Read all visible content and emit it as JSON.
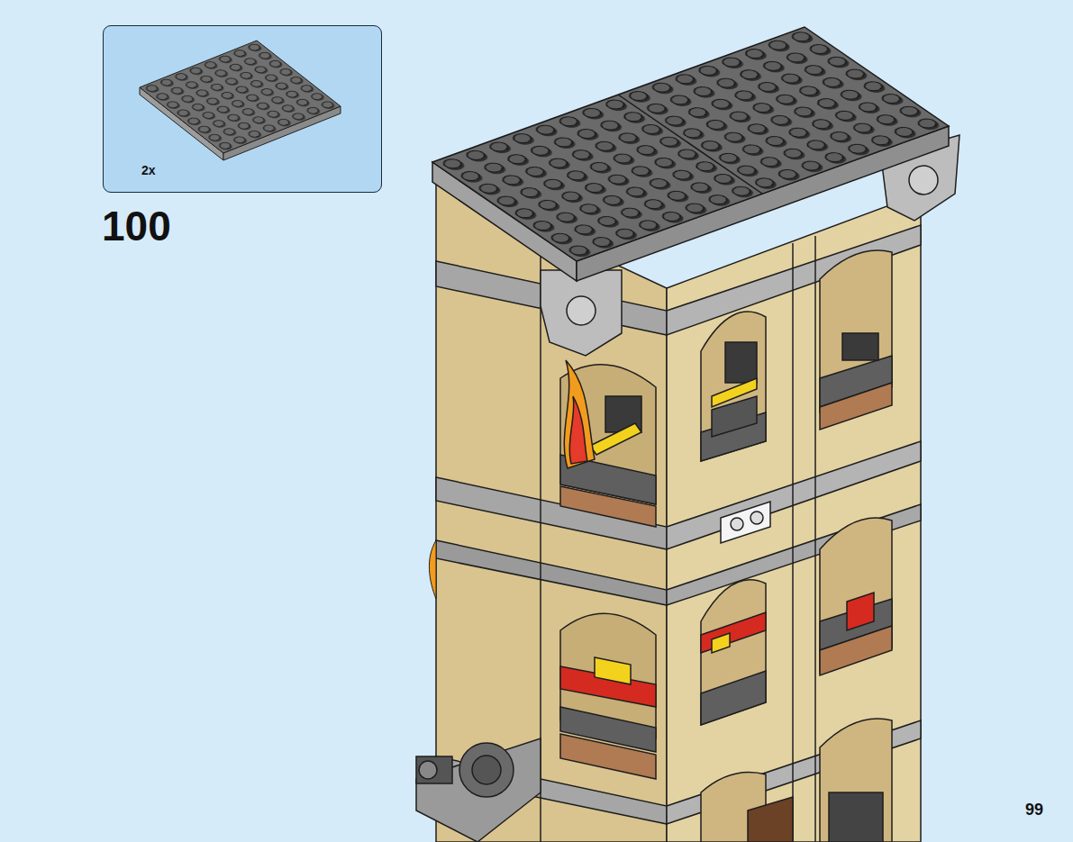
{
  "diagram": {
    "nodes": [
      {
        "text": [
          "2x"
        ]
      }
    ],
    "labels": [
      "100",
      "99"
    ]
  }
}
